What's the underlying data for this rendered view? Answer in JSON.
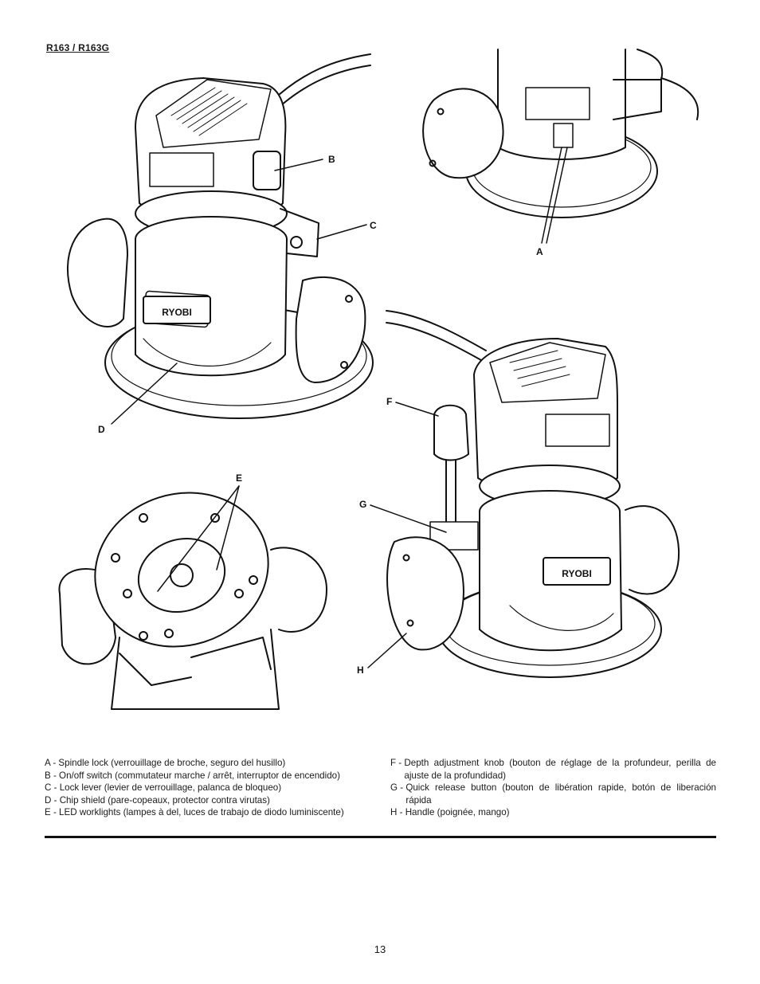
{
  "model_heading": "R163 / R163G",
  "callouts": {
    "a": "A",
    "b": "B",
    "c": "C",
    "d": "D",
    "e": "E",
    "f": "F",
    "g": "G",
    "h": "H"
  },
  "brand_marks": [
    "RYOBI",
    "RYOBI"
  ],
  "legend_left": [
    {
      "key": "A - ",
      "text": "Spindle lock (verrouillage de broche, seguro del husillo)"
    },
    {
      "key": "B - ",
      "text": "On/off switch (commutateur marche / arrêt, interruptor de encendido)"
    },
    {
      "key": "C - ",
      "text": "Lock lever (levier de verrouillage, palanca de bloqueo)"
    },
    {
      "key": "D - ",
      "text": "Chip shield (pare-copeaux, protector contra virutas)"
    },
    {
      "key": "E - ",
      "text": "LED worklights (lampes à del, luces de trabajo de diodo luminiscente)"
    }
  ],
  "legend_right": [
    {
      "key": "F - ",
      "text": "Depth adjustment knob (bouton de réglage de la profundeur, perilla de ajuste de la profundidad)"
    },
    {
      "key": "G - ",
      "text": "Quick release button (bouton de libération rapide, botón de liberación rápida"
    },
    {
      "key": "H - ",
      "text": "Handle (poignée, mango)"
    }
  ],
  "page_number": "13"
}
